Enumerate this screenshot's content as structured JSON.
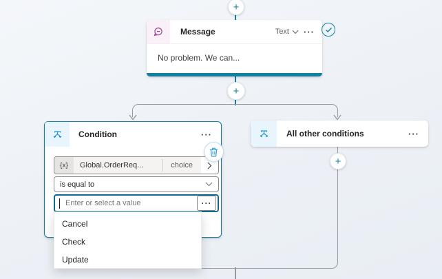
{
  "colors": {
    "accent_teal": "#1180a2",
    "icon_blue": "#1f94d2",
    "message_purple": "#9c3f93",
    "connector_gray": "#969aa0",
    "focus_border": "#0e6b8c"
  },
  "canvas": {
    "add_button_top": "+",
    "add_button_middle": "+",
    "add_button_branch": "+"
  },
  "message_node": {
    "title": "Message",
    "type_label": "Text",
    "menu": "···",
    "body_text": "No problem. We can..."
  },
  "condition_node": {
    "title": "Condition",
    "menu": "···",
    "variable": {
      "prefix": "{x}",
      "name": "Global.OrderReq...",
      "type": "choice"
    },
    "operator_value": "is equal to",
    "value_placeholder": "Enter or select a value",
    "value": "",
    "more_button": "···",
    "options": [
      "Cancel",
      "Check",
      "Update"
    ]
  },
  "all_other_node": {
    "title": "All other conditions",
    "menu": "···"
  }
}
